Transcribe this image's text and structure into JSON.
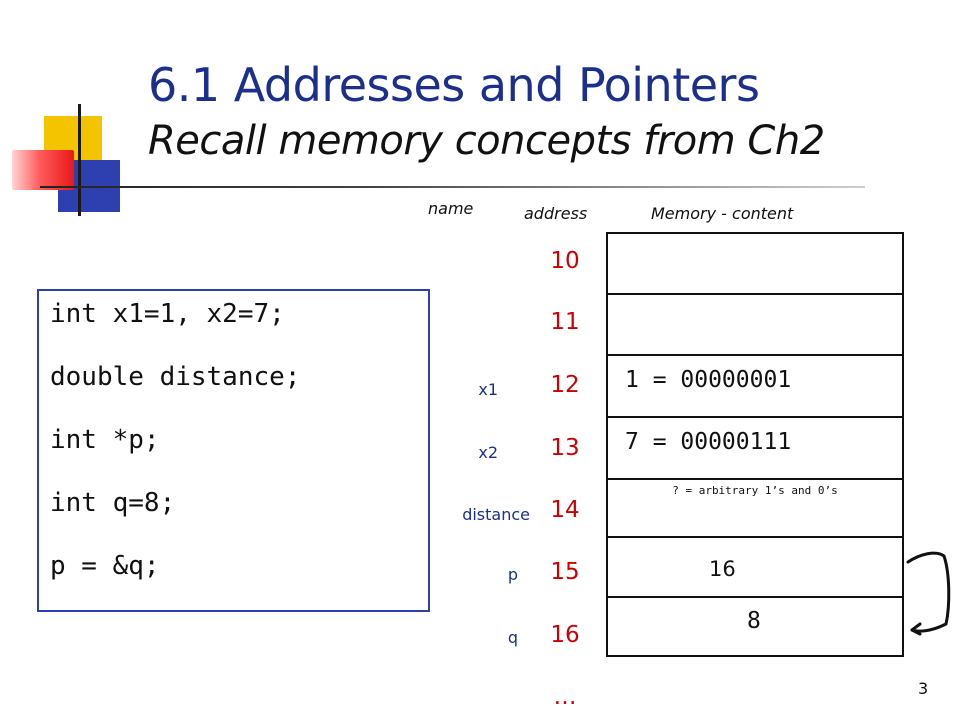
{
  "slide": {
    "title": "6.1 Addresses and Pointers",
    "subtitle": "Recall memory concepts from Ch2",
    "page_number": "3"
  },
  "headers": {
    "name": "name",
    "address": "address",
    "memory": "Memory - content"
  },
  "code": [
    "int x1=1, x2=7;",
    "double distance;",
    "int *p;",
    "int q=8;",
    "p = &q;"
  ],
  "addresses": [
    "10",
    "11",
    "12",
    "13",
    "14",
    "15",
    "16",
    "…"
  ],
  "names": {
    "a12": "x1",
    "a13": "x2",
    "a14": "distance",
    "a15": "p",
    "a16": "q"
  },
  "memory": {
    "c12": "1 = 00000001",
    "c13": "7 = 00000111",
    "c14": "? = arbitrary 1’s and 0’s",
    "c15": "16",
    "c16": "8"
  },
  "colors": {
    "title": "#1c2f8c",
    "address": "#cc0000",
    "name": "#1c2f8c",
    "code_border": "#2e3fb0"
  }
}
